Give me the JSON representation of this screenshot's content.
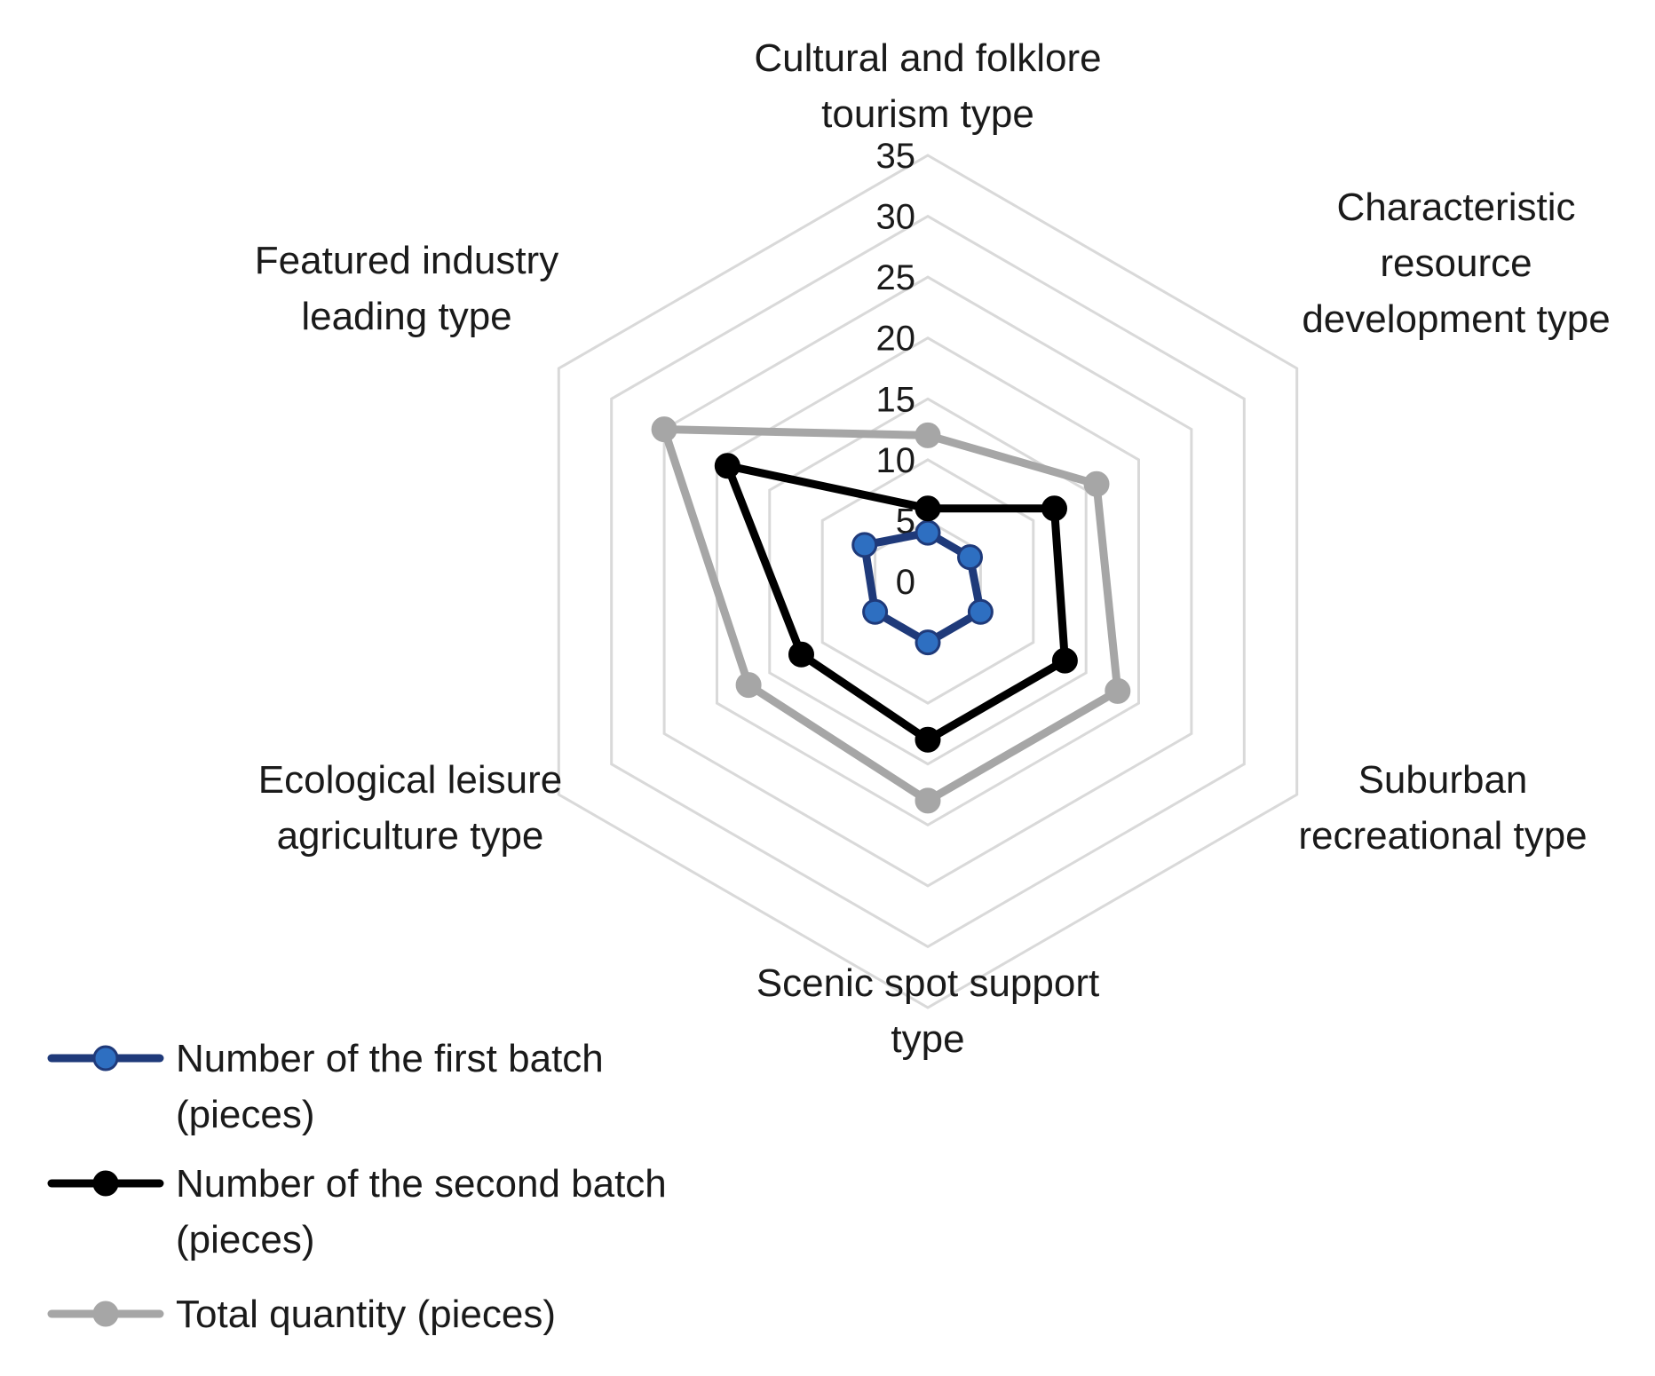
{
  "chart_data": {
    "type": "radar",
    "title": "",
    "categories": [
      "Cultural and folklore tourism type",
      "Characteristic resource development type",
      "Suburban recreational type",
      "Scenic spot support type",
      "Ecological leisure agriculture type",
      "Featured industry leading type"
    ],
    "category_lines": [
      [
        "Cultural and folklore",
        "tourism type"
      ],
      [
        "Characteristic",
        "resource",
        "development type"
      ],
      [
        "Suburban",
        "recreational type"
      ],
      [
        "Scenic spot support",
        "type"
      ],
      [
        "Ecological leisure",
        "agriculture type"
      ],
      [
        "Featured industry",
        "leading type"
      ]
    ],
    "r_ticks": [
      "0",
      "5",
      "10",
      "15",
      "20",
      "25",
      "30",
      "35"
    ],
    "r_range": [
      0,
      35
    ],
    "grid": true,
    "legend_position": "bottom-left",
    "series": [
      {
        "name": "Number of the first batch (pieces)",
        "legend_lines": [
          "Number of the first batch",
          "(pieces)"
        ],
        "color": "#1f3a7a",
        "marker_color": "#2e6fc1",
        "values": [
          4,
          4,
          5,
          5,
          5,
          6
        ]
      },
      {
        "name": "Number of the second batch (pieces)",
        "legend_lines": [
          "Number of the second batch",
          "(pieces)"
        ],
        "color": "#000000",
        "marker_color": "#000000",
        "values": [
          6,
          12,
          13,
          13,
          12,
          19
        ]
      },
      {
        "name": "Total quantity (pieces)",
        "legend_lines": [
          "Total quantity (pieces)"
        ],
        "color": "#a6a6a6",
        "marker_color": "#a6a6a6",
        "values": [
          12,
          16,
          18,
          18,
          17,
          25
        ]
      }
    ]
  }
}
